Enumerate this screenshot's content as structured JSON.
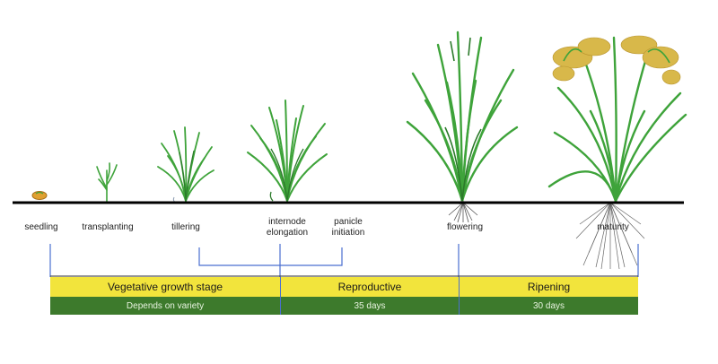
{
  "colors": {
    "stage_band": "#f2e43c",
    "duration_band": "#3d7a2c",
    "bracket": "#4a6fd0",
    "ground": "#000000",
    "leaf": "#3ea33a",
    "leaf_dark": "#2b7a2a",
    "grain": "#d8b84a",
    "root": "#8a8a8a"
  },
  "stages": [
    {
      "label": "seedling"
    },
    {
      "label": "transplanting"
    },
    {
      "label": "tillering"
    },
    {
      "label": "internode elongation"
    },
    {
      "label": "panicle initiation"
    },
    {
      "label": "flowering"
    },
    {
      "label": "maturity"
    }
  ],
  "phases": [
    {
      "label": "Vegetative growth stage",
      "duration": "Depends on variety"
    },
    {
      "label": "Reproductive",
      "duration": "35 days"
    },
    {
      "label": "Ripening",
      "duration": "30 days"
    }
  ],
  "icons": {
    "seed": "seed-icon",
    "plant": "rice-plant-icon"
  }
}
